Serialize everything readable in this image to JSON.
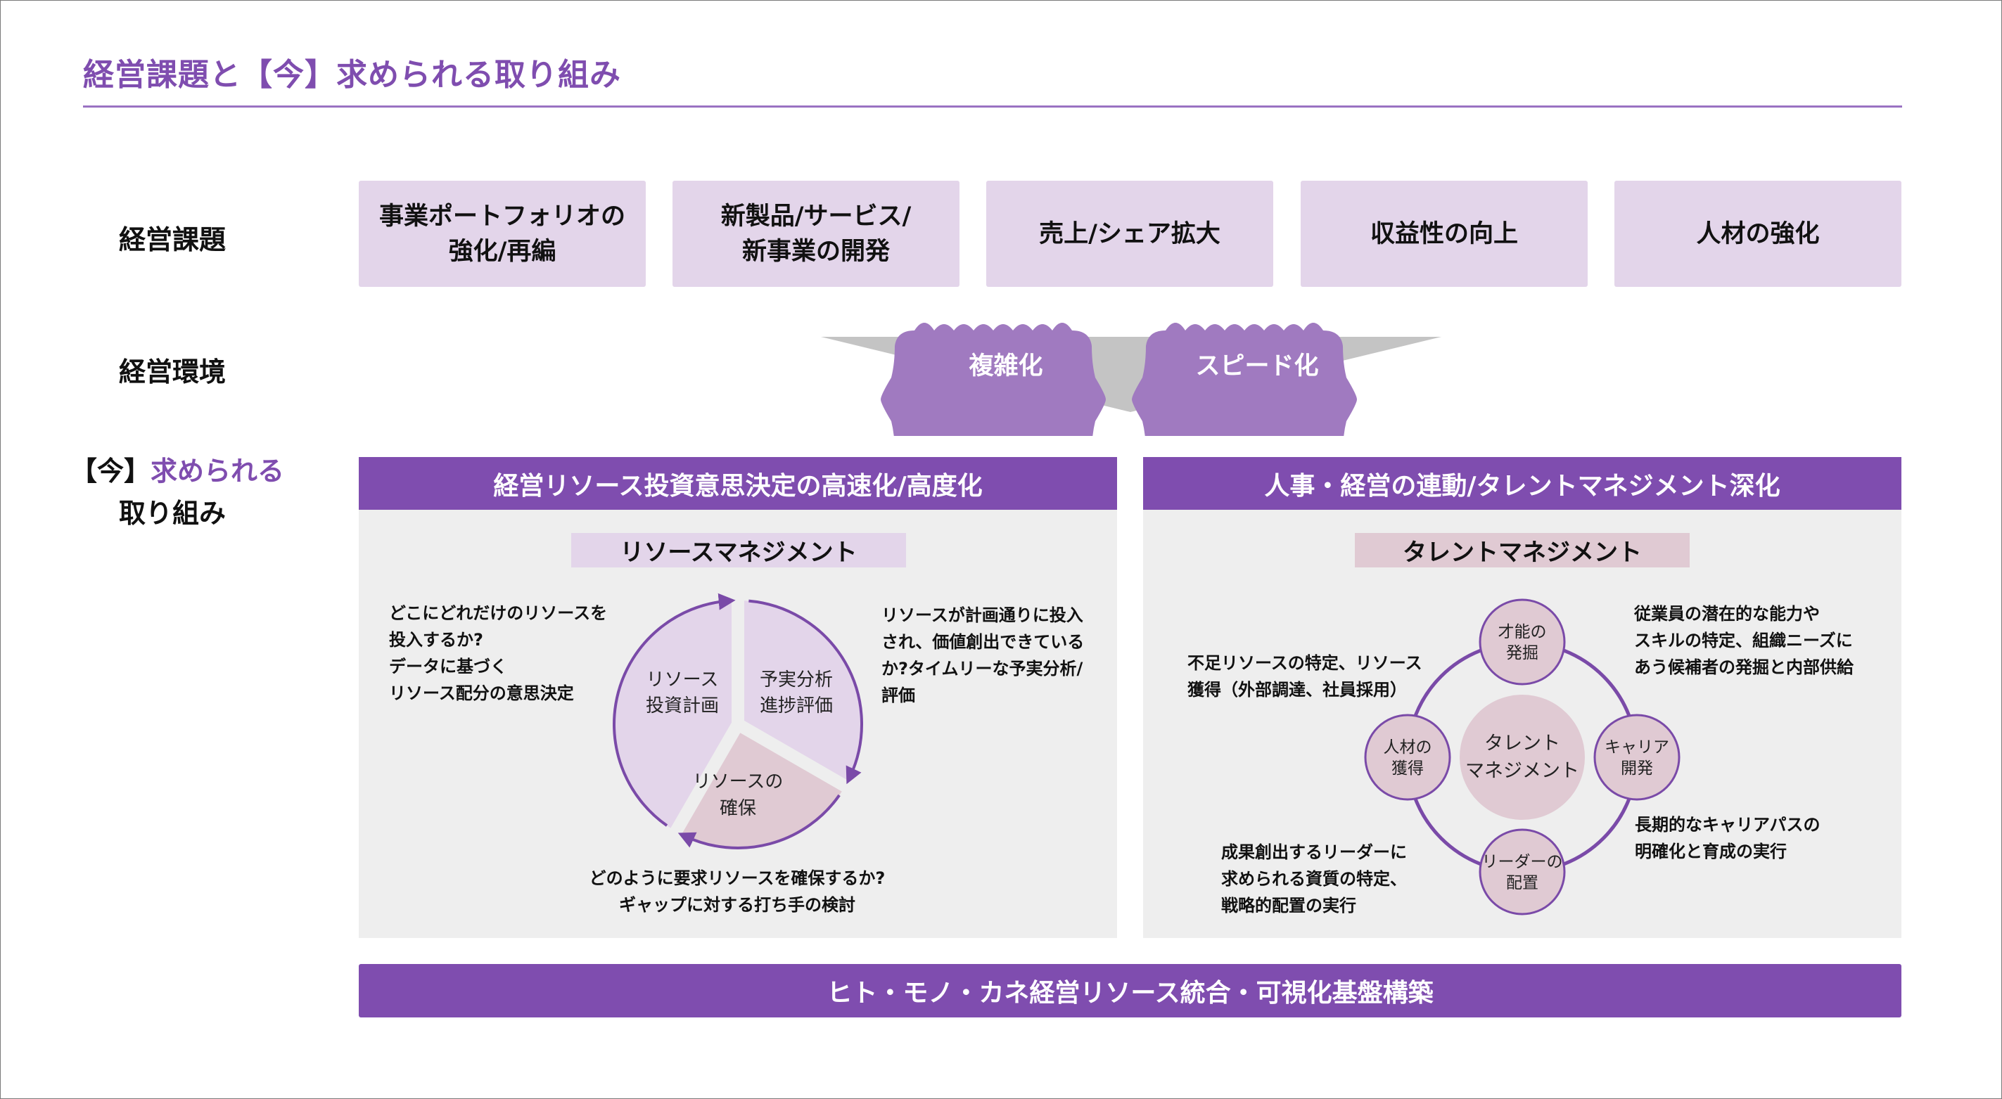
{
  "title": "経営課題と【今】求められる取り組み",
  "rows": {
    "challenges_label": "経営課題",
    "environment_label": "経営環境",
    "initiatives_label_prefix": "【今】",
    "initiatives_label_accent": "求められる",
    "initiatives_label_line2": "取り組み"
  },
  "challenges": [
    {
      "label": "事業ポートフォリオの\n強化/再編"
    },
    {
      "label": "新製品/サービス/\n新事業の開発"
    },
    {
      "label": "売上/シェア拡大"
    },
    {
      "label": "収益性の向上"
    },
    {
      "label": "人材の強化"
    }
  ],
  "environment": {
    "items": [
      "複雑化",
      "スピード化"
    ]
  },
  "resource_panel": {
    "header": "経営リソース投資意思決定の高速化/高度化",
    "subtitle": "リソースマネジメント",
    "cycle": [
      {
        "line1": "リソース",
        "line2": "投資計画"
      },
      {
        "line1": "予実分析",
        "line2": "進捗評価"
      },
      {
        "line1": "リソースの",
        "line2": "確保"
      }
    ],
    "notes": {
      "left": "どこにどれだけのリソースを\n投入するか?\nデータに基づく\nリソース配分の意思決定",
      "right": "リソースが計画通りに投入\nされ、価値創出できている\nか?タイムリーな予実分析/\n評価",
      "bottom": "どのように要求リソースを確保するか?\nギャップに対する打ち手の検討"
    }
  },
  "talent_panel": {
    "header": "人事・経営の連動/タレントマネジメント深化",
    "subtitle": "タレントマネジメント",
    "hub": {
      "line1": "タレント",
      "line2": "マネジメント"
    },
    "nodes": {
      "top": {
        "line1": "才能の",
        "line2": "発掘"
      },
      "right": {
        "line1": "キャリア",
        "line2": "開発"
      },
      "bottom": {
        "line1": "リーダーの",
        "line2": "配置"
      },
      "left": {
        "line1": "人材の",
        "line2": "獲得"
      }
    },
    "notes": {
      "top_left": "不足リソースの特定、リソース\n獲得（外部調達、社員採用）",
      "top_right": "従業員の潜在的な能力や\nスキルの特定、組織ニーズに\nあう候補者の発掘と内部供給",
      "bottom_left": "成果創出するリーダーに\n求められる資質の特定、\n戦略的配置の実行",
      "bottom_right": "長期的なキャリアパスの\n明確化と育成の実行"
    }
  },
  "foundation": "ヒト・モノ・カネ経営リソース統合・可視化基盤構築",
  "colors": {
    "brand_purple": "#7f4daf",
    "cloud_purple": "#a07ac0",
    "light_lavender": "#e3d5ea",
    "light_mauve": "#e0cad3",
    "panel_gray": "#eeeeee",
    "funnel_gray": "#c4c4c4"
  }
}
